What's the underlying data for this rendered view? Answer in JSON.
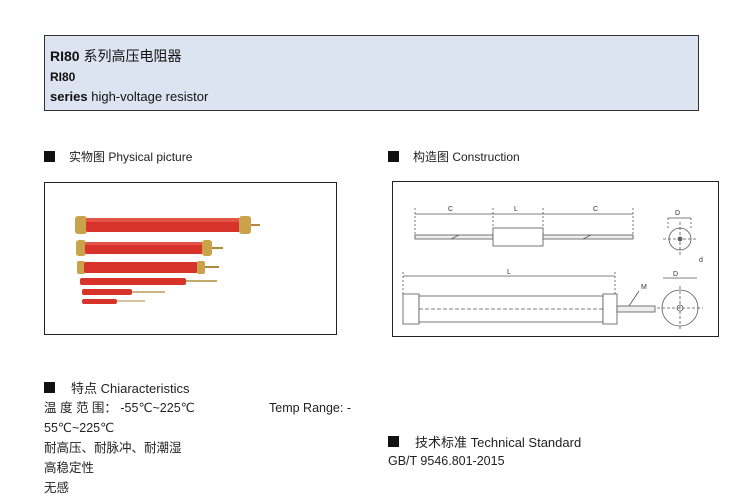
{
  "banner": {
    "title_code": "RI80",
    "title_cn": "系列高压电阻器",
    "line2": "RI80",
    "series_bold": "series",
    "series_rest": "high-voltage resistor"
  },
  "physical": {
    "heading": "实物图 Physical picture"
  },
  "construction": {
    "heading": "构造图 Construction",
    "labels": {
      "c1": "C",
      "l1": "L",
      "c2": "C",
      "d1": "D",
      "d_small": "d",
      "l2": "L",
      "m": "M",
      "d2": "D"
    }
  },
  "characteristics": {
    "heading": "特点  Chiaracteristics",
    "temp_cn": "温 度 范 围：  -55℃~225℃",
    "temp_en": "Temp  Range:  -",
    "temp_en_cont": "55℃~225℃",
    "features": [
      "耐高压、耐脉冲、耐潮湿",
      "高稳定性",
      "无感"
    ]
  },
  "standard": {
    "heading": "技术标准  Technical Standard",
    "value": "GB/T 9546.801-2015"
  },
  "colors": {
    "banner_bg": "#dde4f1",
    "resistor_red": "#d8332a",
    "cap_gold": "#c9a24a"
  }
}
